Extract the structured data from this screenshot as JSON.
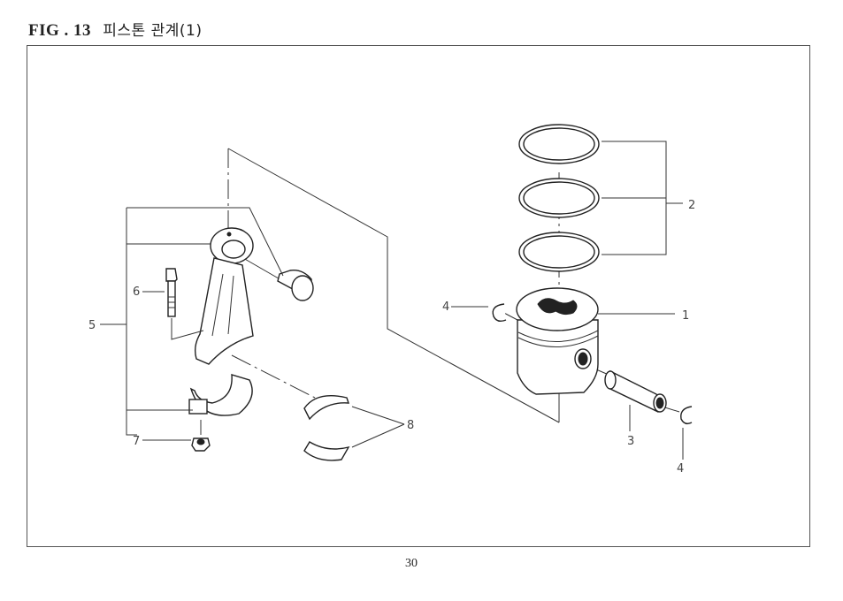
{
  "header": {
    "fig_label": "FIG . 13",
    "title_korean": "피스톤 관계(1)"
  },
  "page_number": "30",
  "callouts": [
    {
      "id": "1",
      "label": "1"
    },
    {
      "id": "2",
      "label": "2"
    },
    {
      "id": "3",
      "label": "3"
    },
    {
      "id": "4a",
      "label": "4"
    },
    {
      "id": "4b",
      "label": "4"
    },
    {
      "id": "5",
      "label": "5"
    },
    {
      "id": "6",
      "label": "6"
    },
    {
      "id": "7",
      "label": "7"
    },
    {
      "id": "8",
      "label": "8"
    }
  ]
}
